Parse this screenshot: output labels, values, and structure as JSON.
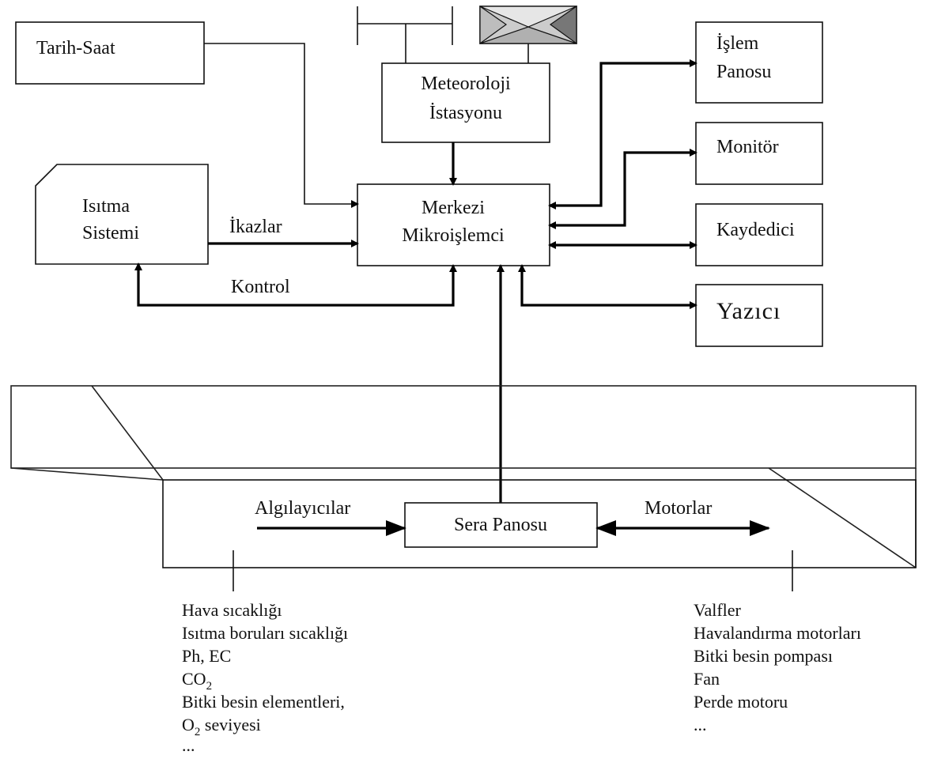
{
  "diagram": {
    "tarih_saat": "Tarih-Saat",
    "meteoroloji": {
      "line1": "Meteoroloji",
      "line2": "İstasyonu"
    },
    "islem_panosu": {
      "line1": "İşlem",
      "line2": "Panosu"
    },
    "monitor": "Monitör",
    "kaydedici": "Kaydedici",
    "yazici": "Yazıcı",
    "isitma": {
      "line1": "Isıtma",
      "line2": "Sistemi"
    },
    "ikazlar": "İkazlar",
    "kontrol": "Kontrol",
    "merkezi": {
      "line1": "Merkezi",
      "line2": "Mikroişlemci"
    },
    "sera_panosu": "Sera Panosu",
    "algilayicilar": "Algılayıcılar",
    "motorlar": "Motorlar",
    "sensors": {
      "l1": "Hava sıcaklığı",
      "l2": "Isıtma boruları sıcaklığı",
      "l3": "Ph, EC",
      "co2_main": "CO",
      "co2_sub": "2",
      "l5": "Bitki besin elementleri,",
      "o2_main": "O",
      "o2_sub": "2",
      "o2_rest": " seviyesi",
      "l7": "..."
    },
    "actuators": {
      "l1": "Valfler",
      "l2": "Havalandırma motorları",
      "l3": "Bitki besin pompası",
      "l4": "Fan",
      "l5": "Perde motoru",
      "l6": "..."
    }
  }
}
